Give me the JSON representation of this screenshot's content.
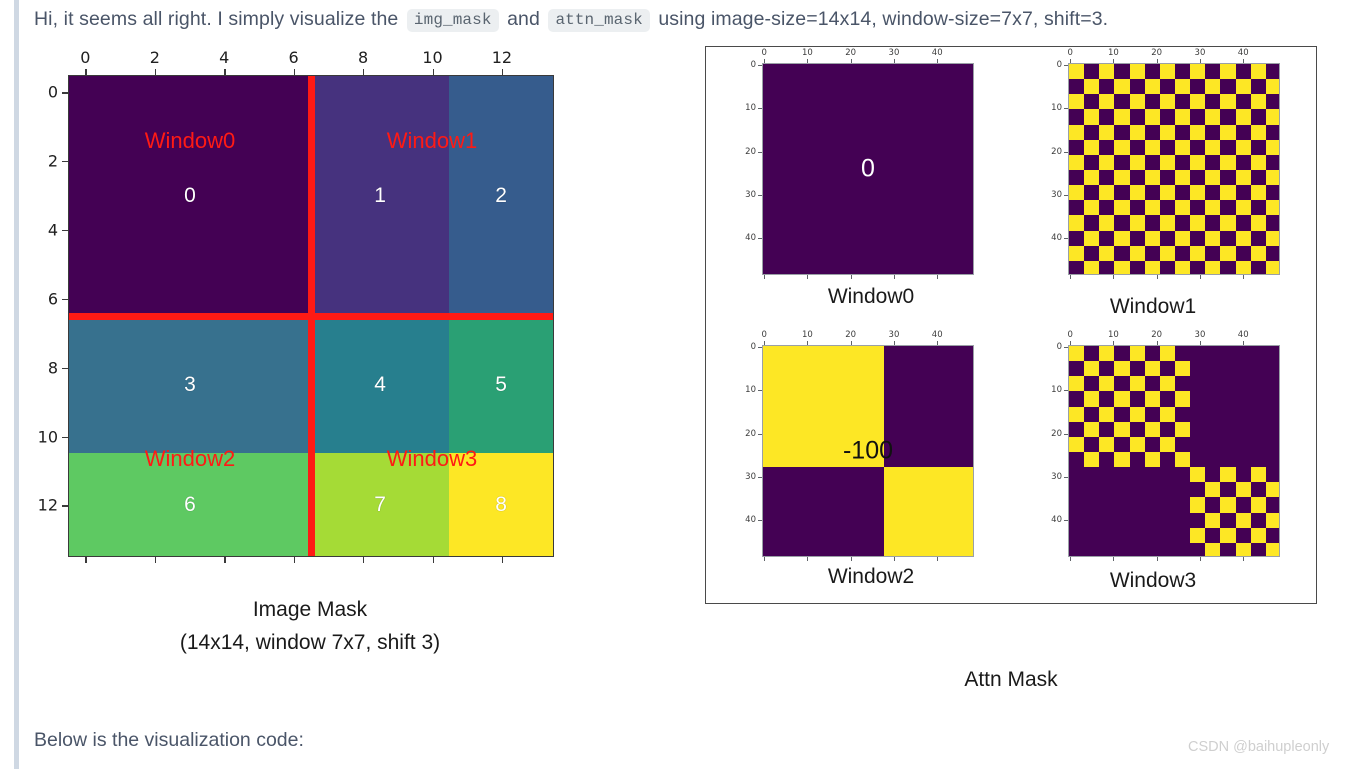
{
  "header": {
    "text_before": "Hi, it seems all right. I simply visualize the",
    "chip1": "img_mask",
    "text_mid": "and",
    "chip2": "attn_mask",
    "text_after": "using image-size=14x14, window-size=7x7, shift=3."
  },
  "footer": {
    "text": "Below is the visualization code:",
    "watermark": "CSDN @baihupleonly"
  },
  "image_mask": {
    "caption_line1": "Image Mask",
    "caption_line2": "(14x14, window 7x7, shift 3)",
    "x_ticks": [
      0,
      2,
      4,
      6,
      8,
      10,
      12
    ],
    "y_ticks": [
      0,
      2,
      4,
      6,
      8,
      10,
      12
    ],
    "window_labels": [
      "Window0",
      "Window1",
      "Window2",
      "Window3"
    ],
    "region_values": [
      0,
      1,
      2,
      3,
      4,
      5,
      6,
      7,
      8
    ],
    "shift": 3,
    "window_size": 7,
    "image_size": 14
  },
  "attn_mask": {
    "caption": "Attn Mask",
    "x_ticks": [
      0,
      10,
      20,
      30,
      40
    ],
    "y_ticks": [
      0,
      10,
      20,
      30,
      40
    ],
    "panels": [
      {
        "title": "Window0",
        "value_label": "0",
        "value_color": "#ffffff"
      },
      {
        "title": "Window1",
        "value_label": "",
        "value_color": "#000000"
      },
      {
        "title": "Window2",
        "value_label": "-100",
        "value_color": "#111111"
      },
      {
        "title": "Window3",
        "value_label": "",
        "value_color": "#000000"
      }
    ],
    "grid_n": 49
  },
  "chart_data": {
    "type": "heatmap",
    "title": "Swin Transformer shifted-window mask visualization",
    "panels": [
      {
        "name": "img_mask",
        "type": "heatmap",
        "title": "Image Mask",
        "subtitle": "(14x14, window 7x7, shift 3)",
        "xlabel": "",
        "ylabel": "",
        "xlim": [
          0,
          14
        ],
        "ylim": [
          14,
          0
        ],
        "xticks": [
          0,
          2,
          4,
          6,
          8,
          10,
          12
        ],
        "yticks": [
          0,
          2,
          4,
          6,
          8,
          10,
          12
        ],
        "grid": false,
        "colormap": "viridis",
        "vmin": 0,
        "vmax": 8,
        "row_bands": [
          [
            0,
            7
          ],
          [
            7,
            11
          ],
          [
            11,
            14
          ]
        ],
        "col_bands": [
          [
            0,
            7
          ],
          [
            7,
            11
          ],
          [
            11,
            14
          ]
        ],
        "region_matrix": [
          [
            0,
            1,
            2
          ],
          [
            3,
            4,
            5
          ],
          [
            6,
            7,
            8
          ]
        ],
        "region_colors": [
          "#440154",
          "#46327e",
          "#365c8d",
          "#37718e",
          "#277f8e",
          "#2aa074",
          "#5ec962",
          "#a5db36",
          "#fde725"
        ],
        "annotations": [
          {
            "text": "Window0",
            "x": 3.5,
            "y": 1.7,
            "color": "#ff1a14"
          },
          {
            "text": "Window1",
            "x": 10.5,
            "y": 1.7,
            "color": "#ff1a14"
          },
          {
            "text": "Window2",
            "x": 3.5,
            "y": 10.5,
            "color": "#ff1a14"
          },
          {
            "text": "Window3",
            "x": 10.5,
            "y": 10.5,
            "color": "#ff1a14"
          }
        ],
        "separators": [
          {
            "orientation": "vertical",
            "at": 7,
            "color": "#ff1a14"
          },
          {
            "orientation": "horizontal",
            "at": 7,
            "color": "#ff1a14"
          }
        ]
      },
      {
        "name": "attn_mask_window0",
        "type": "heatmap",
        "title": "Window0",
        "xticks": [
          0,
          10,
          20,
          30,
          40
        ],
        "yticks": [
          0,
          10,
          20,
          30,
          40
        ],
        "xlim": [
          0,
          49
        ],
        "ylim": [
          49,
          0
        ],
        "colormap": "viridis",
        "values_present": [
          0
        ],
        "value_colors": {
          "0": "#440154",
          "-100": "#fde725"
        },
        "pattern": "uniform",
        "annotation": "0"
      },
      {
        "name": "attn_mask_window1",
        "type": "heatmap",
        "title": "Window1",
        "xticks": [
          0,
          10,
          20,
          30,
          40
        ],
        "yticks": [
          0,
          10,
          20,
          30,
          40
        ],
        "xlim": [
          0,
          49
        ],
        "ylim": [
          49,
          0
        ],
        "colormap": "viridis",
        "values_present": [
          0,
          -100
        ],
        "value_colors": {
          "0": "#440154",
          "-100": "#fde725"
        },
        "pattern": "checkerboard",
        "block_size": 3.5,
        "blocks_per_side": 14
      },
      {
        "name": "attn_mask_window2",
        "type": "heatmap",
        "title": "Window2",
        "xticks": [
          0,
          10,
          20,
          30,
          40
        ],
        "yticks": [
          0,
          10,
          20,
          30,
          40
        ],
        "xlim": [
          0,
          49
        ],
        "ylim": [
          49,
          0
        ],
        "colormap": "viridis",
        "values_present": [
          0,
          -100
        ],
        "value_colors": {
          "0": "#440154",
          "-100": "#fde725"
        },
        "pattern": "block-diagonal",
        "split_at": 28,
        "annotation": "-100"
      },
      {
        "name": "attn_mask_window3",
        "type": "heatmap",
        "title": "Window3",
        "xticks": [
          0,
          10,
          20,
          30,
          40
        ],
        "yticks": [
          0,
          10,
          20,
          30,
          40
        ],
        "xlim": [
          0,
          49
        ],
        "ylim": [
          49,
          0
        ],
        "colormap": "viridis",
        "values_present": [
          0,
          -100
        ],
        "value_colors": {
          "0": "#440154",
          "-100": "#fde725"
        },
        "pattern": "block-diagonal-checkerboard",
        "split_at": 28,
        "block_size": 3.5
      }
    ]
  }
}
